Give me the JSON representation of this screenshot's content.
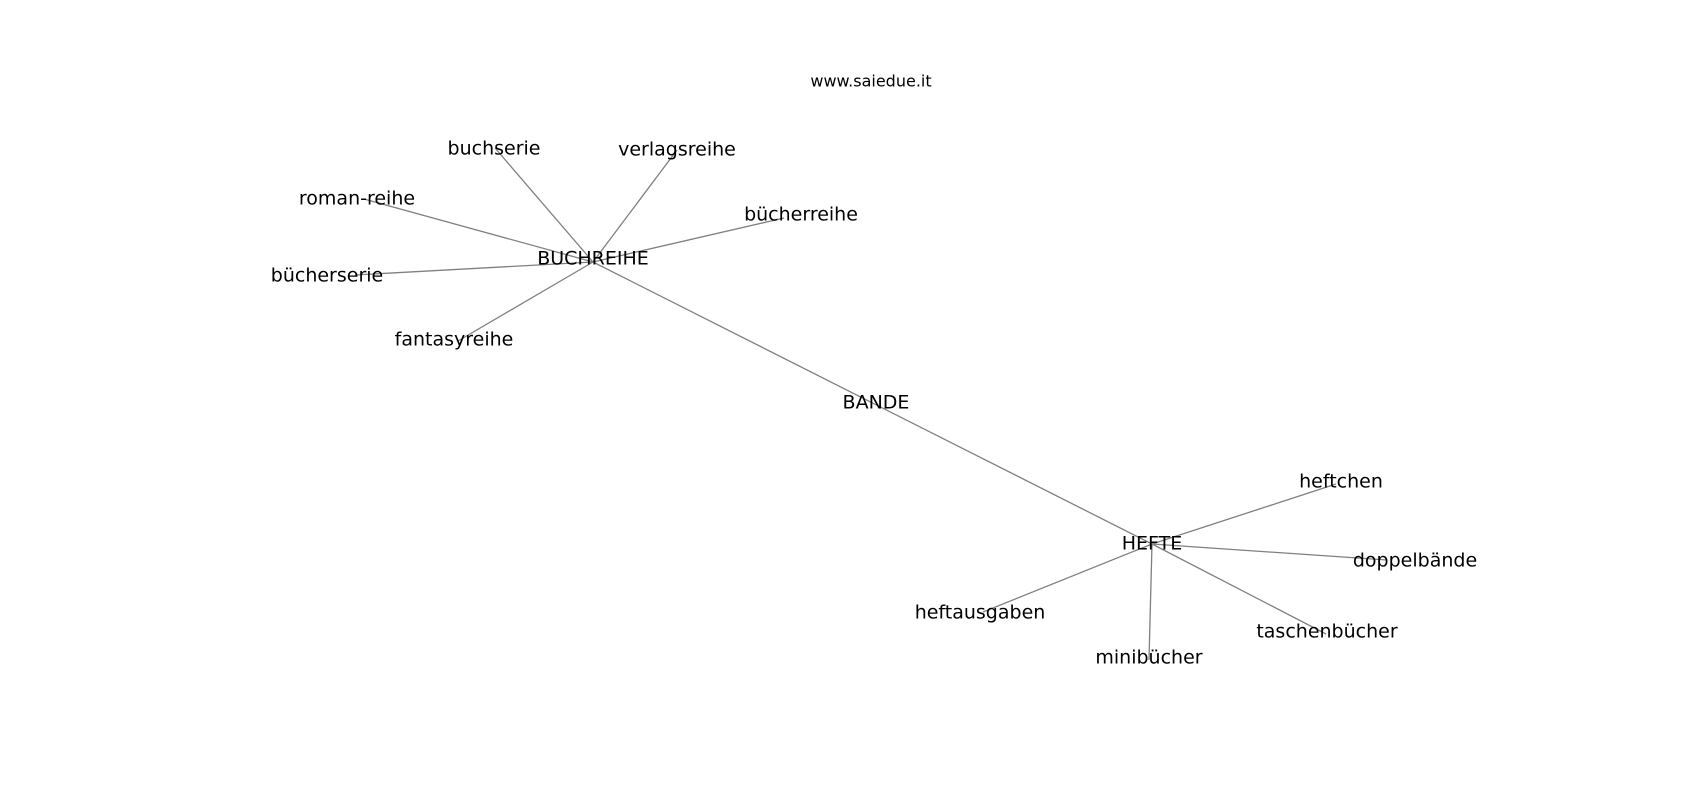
{
  "watermark": "www.saiedue.it",
  "nodes": {
    "bande": "BANDE",
    "buchreihe": "BUCHREIHE",
    "hefte": "HEFTE",
    "buchserie": "buchserie",
    "verlagsreihe": "verlagsreihe",
    "roman_reihe": "roman-reihe",
    "buecherreihe": "bücherreihe",
    "buecherserie": "bücherserie",
    "fantasyreihe": "fantasyreihe",
    "heftchen": "heftchen",
    "doppelbaende": "doppelbände",
    "heftausgaben": "heftausgaben",
    "taschenbuecher": "taschenbücher",
    "minibuecher": "minibücher"
  },
  "edges": [
    [
      "buchreihe",
      "hefte"
    ],
    [
      "buchreihe",
      "buchserie"
    ],
    [
      "buchreihe",
      "verlagsreihe"
    ],
    [
      "buchreihe",
      "roman_reihe"
    ],
    [
      "buchreihe",
      "buecherreihe"
    ],
    [
      "buchreihe",
      "buecherserie"
    ],
    [
      "buchreihe",
      "fantasyreihe"
    ],
    [
      "hefte",
      "heftchen"
    ],
    [
      "hefte",
      "doppelbaende"
    ],
    [
      "hefte",
      "heftausgaben"
    ],
    [
      "hefte",
      "taschenbuecher"
    ],
    [
      "hefte",
      "minibuecher"
    ]
  ]
}
